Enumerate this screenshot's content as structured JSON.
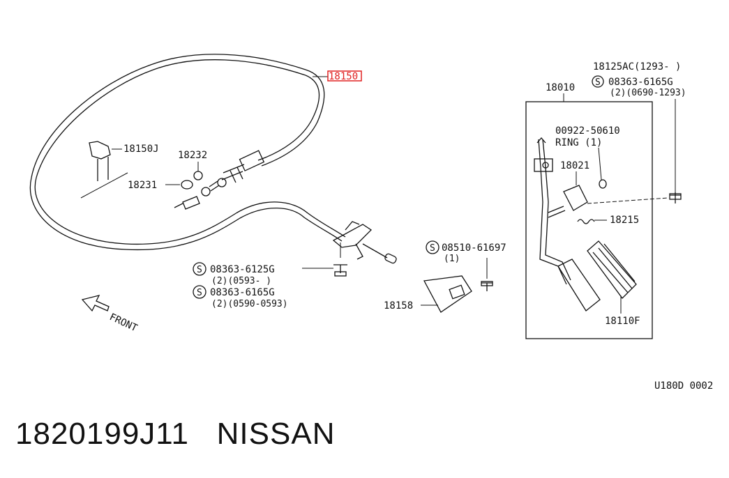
{
  "callouts": {
    "highlighted_part": "18150",
    "clip": "18150J",
    "grommet_a": "18232",
    "grommet_b": "18231",
    "bolt_a_prefix": "S",
    "bolt_a_code": "08363-6125G",
    "bolt_a_qty": "(2)(0593-     )",
    "bolt_b_prefix": "S",
    "bolt_b_code": "08363-6165G",
    "bolt_b_qty": "(2)(0590-0593)",
    "front_label": "FRONT",
    "screw_prefix": "S",
    "screw_code": "08510-61697",
    "screw_qty": "(1)",
    "stopper": "18158",
    "pedal_assy": "18010",
    "pedal_assy_alt": "18125AC(1293-     )",
    "pedal_bolt_prefix": "S",
    "pedal_bolt_code": "08363-6165G",
    "pedal_bolt_qty": "(2)(0690-1293)",
    "ring_code": "00922-50610",
    "ring_label": "RING (1)",
    "bracket": "18021",
    "spring": "18215",
    "pad": "18110F",
    "diagram_id": "U180D 0002"
  },
  "caption": "1820199J11   NISSAN",
  "colors": {
    "highlight": "#e02020",
    "ink": "#111111"
  }
}
